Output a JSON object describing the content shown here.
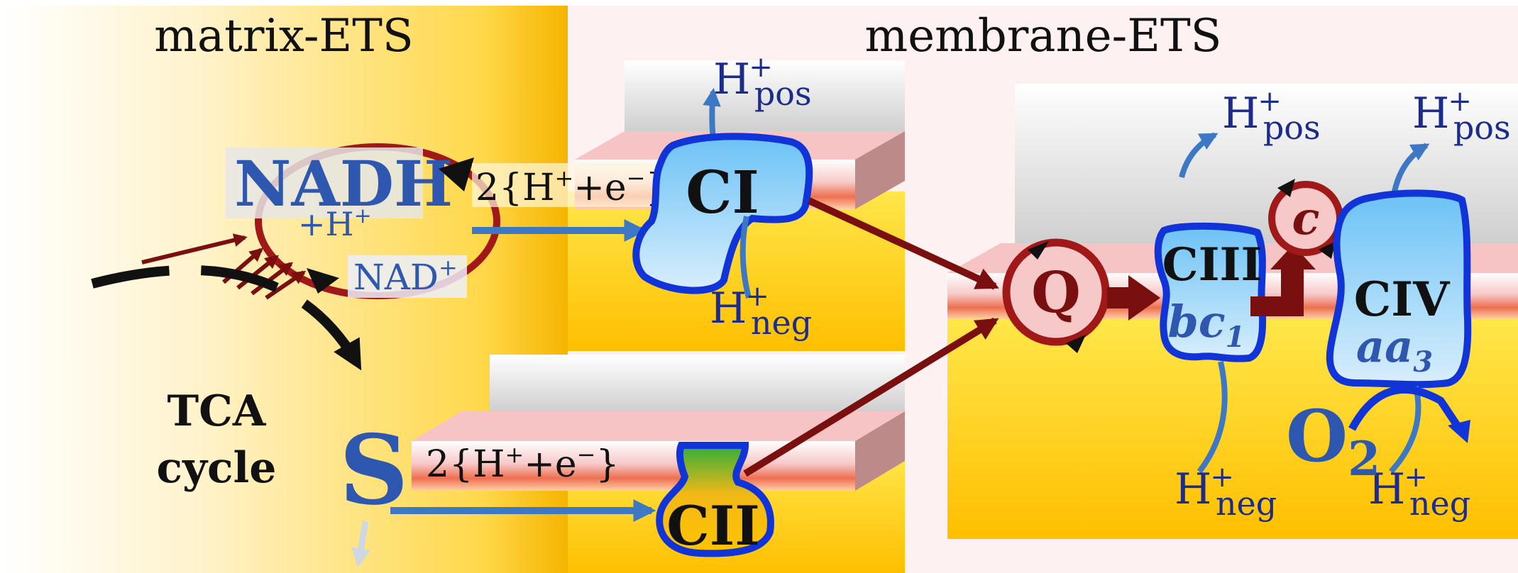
{
  "titles": {
    "matrix": "matrix-ETS",
    "membrane": "membrane-ETS"
  },
  "labels": {
    "nadh": "NADH",
    "plus_h": "+H",
    "plus_sup": "+",
    "nad": "NAD",
    "nad_sup": "+",
    "tca_line1": "TCA",
    "tca_line2": "cycle",
    "s": "S",
    "ci": "CI",
    "cii": "CII",
    "ciii": "CIII",
    "bc": "bc",
    "bc_sub": "1",
    "civ": "CIV",
    "aa": "aa",
    "aa_sub": "3",
    "q": "Q",
    "c": "c",
    "o": "O",
    "o_sub": "2",
    "h": "H",
    "h_sup": "+",
    "pos": "pos",
    "neg": "neg",
    "transfer_pre": "2{H",
    "transfer_mid": "+e",
    "transfer_minus": "−",
    "transfer_post": "}"
  },
  "colors": {
    "blue_text": "#2e58b0",
    "navy_text": "#1c2c8a",
    "dark_red": "#7a0f0f",
    "complex_fill": "#6bbff5",
    "complex_border": "#1034d8",
    "arrow_blue": "#3d78c4",
    "membrane_pink": "#f6c4c4",
    "matrix_yellow": "#ffd21a"
  }
}
